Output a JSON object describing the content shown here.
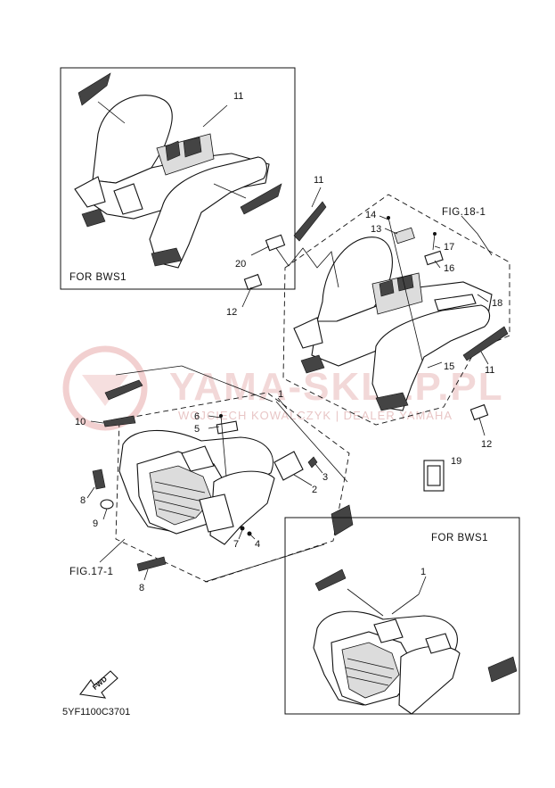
{
  "watermark": {
    "title": "YAMA-SKLEP.PL",
    "subtitle": "WOJCIECH KOWALCZYK | DEALER YAMAHA"
  },
  "diagram_code": "5YF1100C3701",
  "fwd_label": "FWD",
  "boxes": {
    "top_left": "FOR  BWS1",
    "bottom_right": "FOR  BWS1"
  },
  "fig_refs": {
    "rear": "FIG.18-1",
    "front": "FIG.17-1"
  },
  "callouts": {
    "c1": "1",
    "c1b": "1",
    "c2": "2",
    "c3": "3",
    "c4": "4",
    "c5": "5",
    "c6": "6",
    "c7": "7",
    "c8a": "8",
    "c8b": "8",
    "c9": "9",
    "c10": "10",
    "c11a": "11",
    "c11b": "11",
    "c11c": "11",
    "c12a": "12",
    "c12b": "12",
    "c13": "13",
    "c14": "14",
    "c15": "15",
    "c16": "16",
    "c17": "17",
    "c18": "18",
    "c19": "19",
    "c20": "20"
  },
  "colors": {
    "line": "#111111",
    "watermark": "#e9b9b9"
  }
}
